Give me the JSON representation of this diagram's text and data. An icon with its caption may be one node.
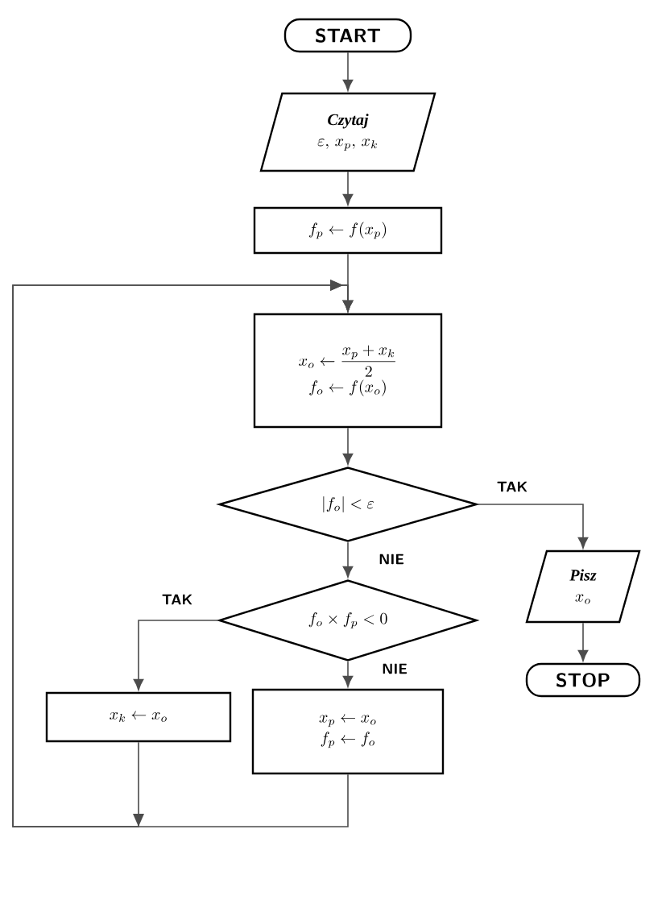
{
  "diagram": {
    "nodes": [
      {
        "text": [
          "START"
        ]
      },
      {
        "text": [
          "Czytaj",
          "\\varepsilon,\\, x_p,\\, x_k"
        ]
      },
      {
        "text": [
          "f_p \\leftarrow f(x_p)"
        ]
      },
      {
        "text": [
          "x_o \\leftarrow \\dfrac{x_p + x_k}{2}",
          "f_o \\leftarrow f(x_o)"
        ]
      },
      {
        "text": [
          "|f_o| < \\varepsilon"
        ]
      },
      {
        "text": [
          "Pisz",
          "x_o"
        ]
      },
      {
        "text": [
          "STOP"
        ]
      },
      {
        "text": [
          "f_o \\times f_p < 0"
        ]
      },
      {
        "text": [
          "x_k \\leftarrow x_o"
        ]
      },
      {
        "text": [
          "x_p \\leftarrow x_o",
          "f_p \\leftarrow f_o"
        ]
      }
    ],
    "edges": [
      {
        "from": 0,
        "to": 1,
        "arrow": "to"
      },
      {
        "from": 1,
        "to": 2,
        "arrow": "to"
      },
      {
        "from": 2,
        "to": 3,
        "arrow": "to"
      },
      {
        "from": 3,
        "to": 4,
        "arrow": "to"
      },
      {
        "from": 4,
        "to": 5,
        "arrow": "to",
        "label": "TAK"
      },
      {
        "from": 5,
        "to": 6,
        "arrow": "to"
      },
      {
        "from": 4,
        "to": 7,
        "arrow": "to",
        "label": "NIE"
      },
      {
        "from": 7,
        "to": 8,
        "arrow": "to",
        "label": "TAK"
      },
      {
        "from": 7,
        "to": 9,
        "arrow": "to",
        "label": "NIE"
      },
      {
        "from": 8,
        "to": 3,
        "arrow": "to"
      },
      {
        "from": 9,
        "to": 3,
        "arrow": "to"
      }
    ]
  }
}
